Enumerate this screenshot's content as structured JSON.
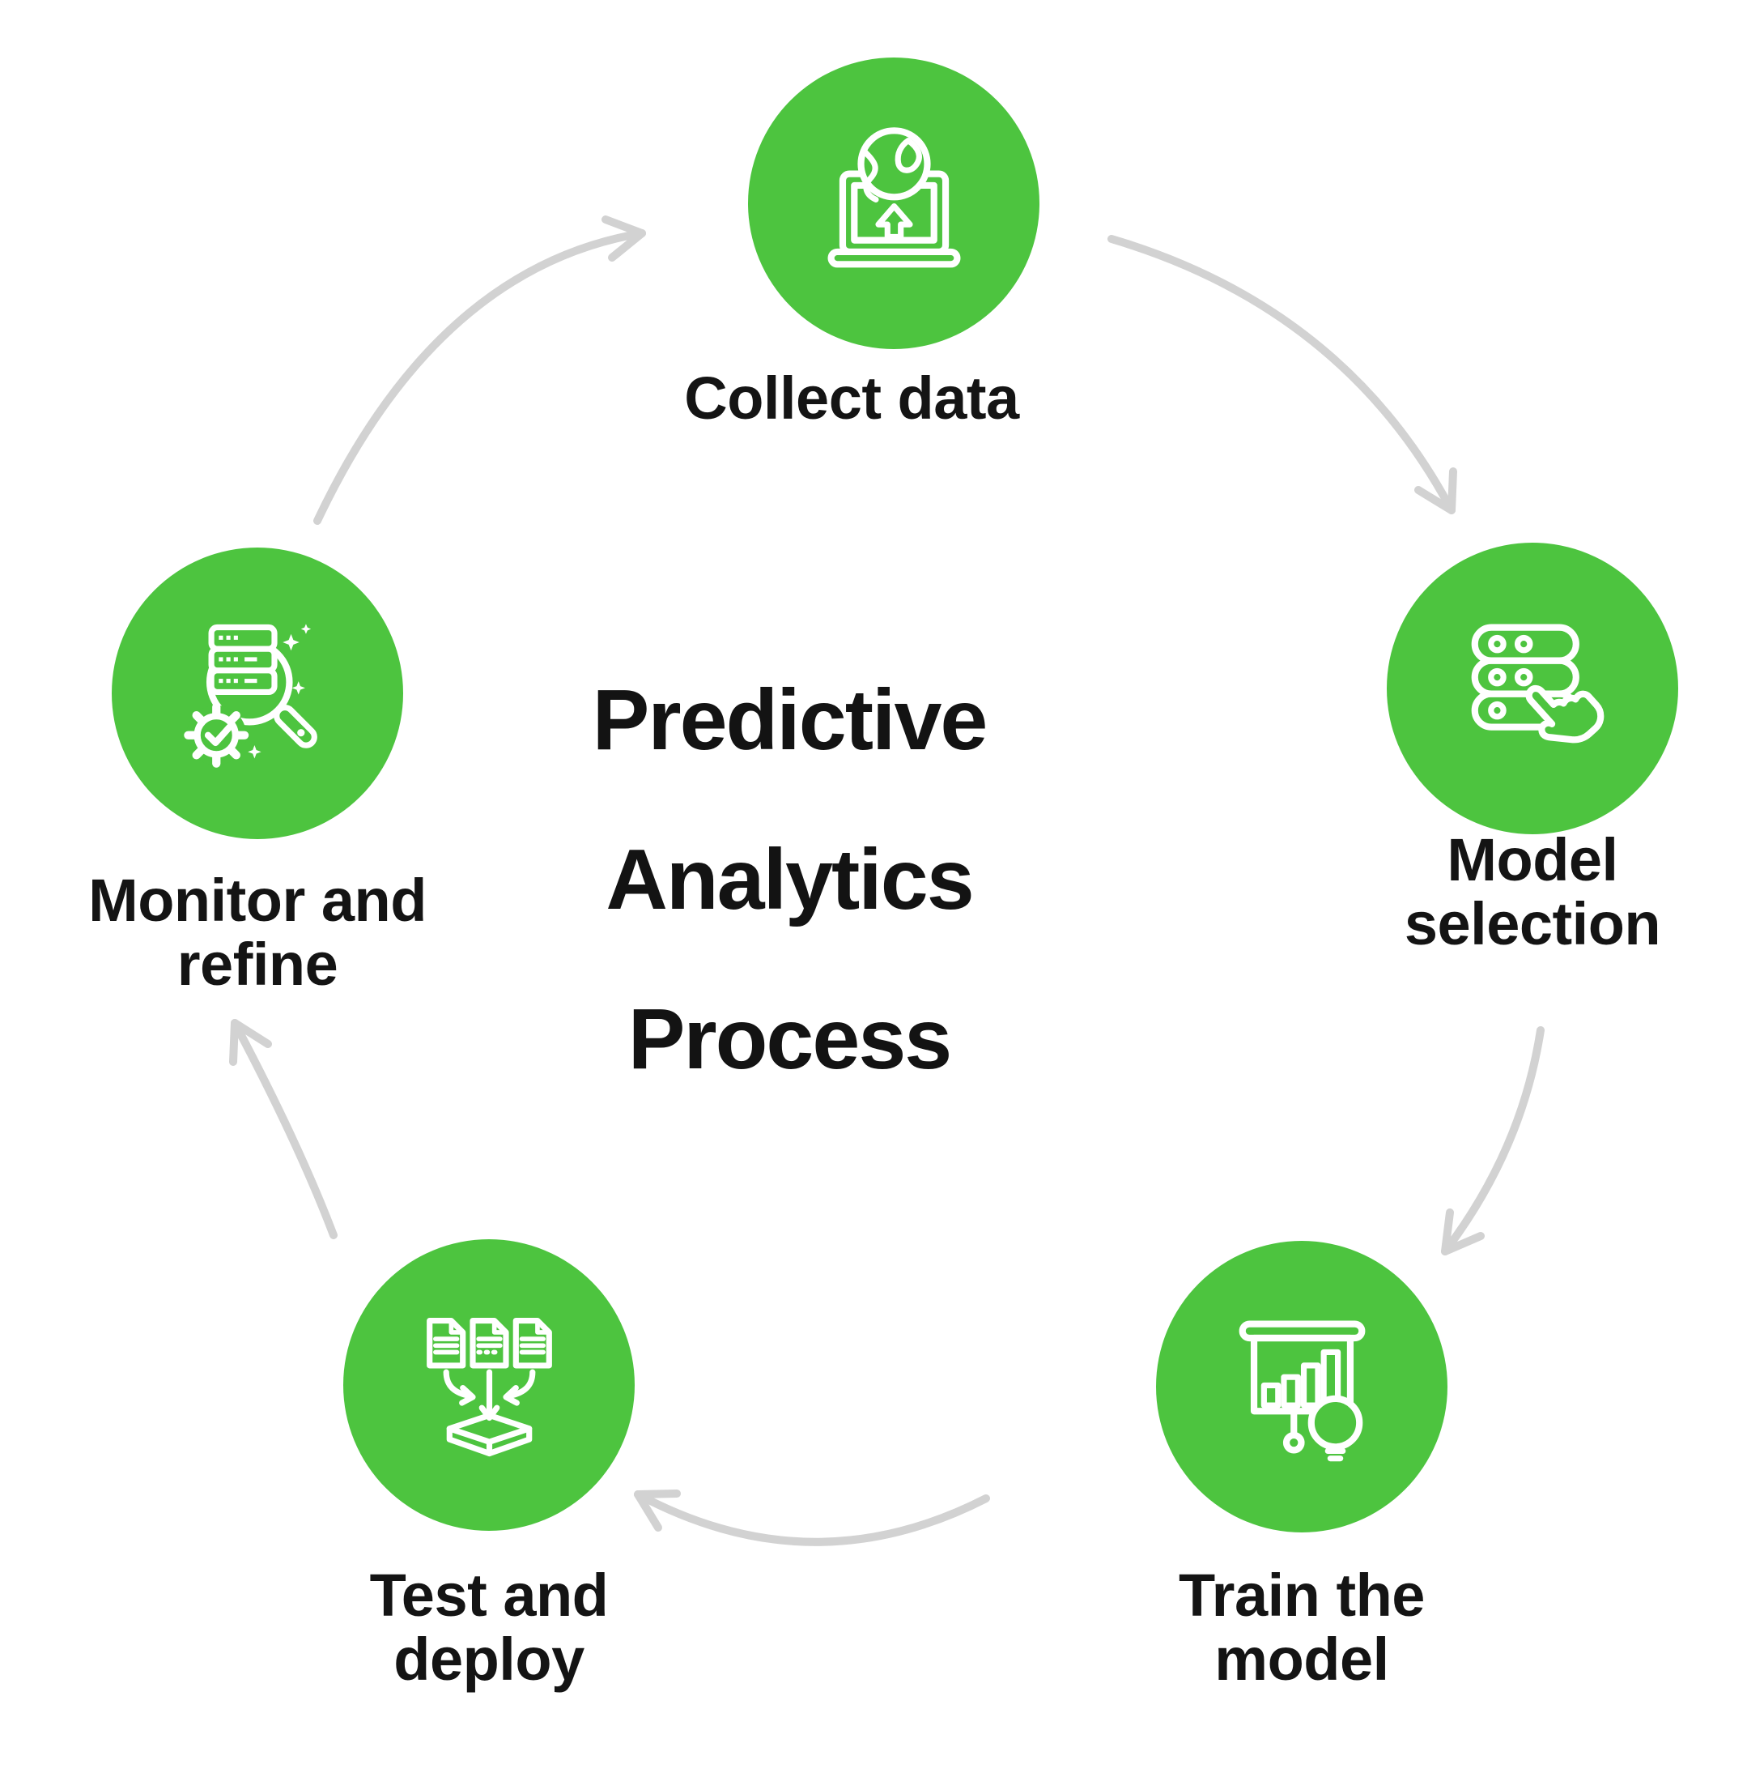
{
  "title": {
    "lines": [
      "Predictive",
      "Analytics",
      "Process"
    ],
    "full": "Predictive Analytics Process"
  },
  "steps": [
    {
      "name": "collect-data",
      "label": "Collect data",
      "lines": [
        "Collect data"
      ],
      "icon": "laptop-globe-upload-icon"
    },
    {
      "name": "model-selection",
      "label": "Model selection",
      "lines": [
        "Model",
        "selection"
      ],
      "icon": "server-stack-select-hand-icon"
    },
    {
      "name": "train-the-model",
      "label": "Train the model",
      "lines": [
        "Train the",
        "model"
      ],
      "icon": "presentation-chart-lightbulb-icon"
    },
    {
      "name": "test-and-deploy",
      "label": "Test and deploy",
      "lines": [
        "Test and",
        "deploy"
      ],
      "icon": "documents-deploy-box-icon"
    },
    {
      "name": "monitor-and-refine",
      "label": "Monitor and refine",
      "lines": [
        "Monitor and",
        "refine"
      ],
      "icon": "server-magnifier-gear-check-icon"
    }
  ],
  "flow_order": [
    "Collect data",
    "Model selection",
    "Train the model",
    "Test and deploy",
    "Monitor and refine"
  ],
  "colors": {
    "circle_color": "#4dc43f",
    "icon_stroke": "#ffffff",
    "arrow_color": "#d2d2d2",
    "title_color": "#131313",
    "label_color": "#141414",
    "bg_color": "#ffffff"
  }
}
